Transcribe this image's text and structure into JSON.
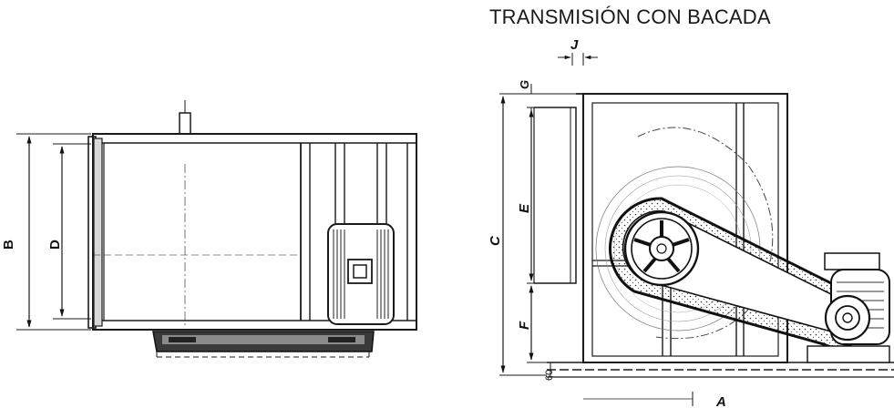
{
  "title": "TRANSMISIÓN CON BACADA",
  "side_view": {
    "dim_b": "B",
    "dim_d": "D"
  },
  "front_view": {
    "dim_j": "J",
    "dim_g": "G",
    "dim_c": "C",
    "dim_e": "E",
    "dim_f": "F",
    "dim_60": "60",
    "dim_a": "A"
  }
}
